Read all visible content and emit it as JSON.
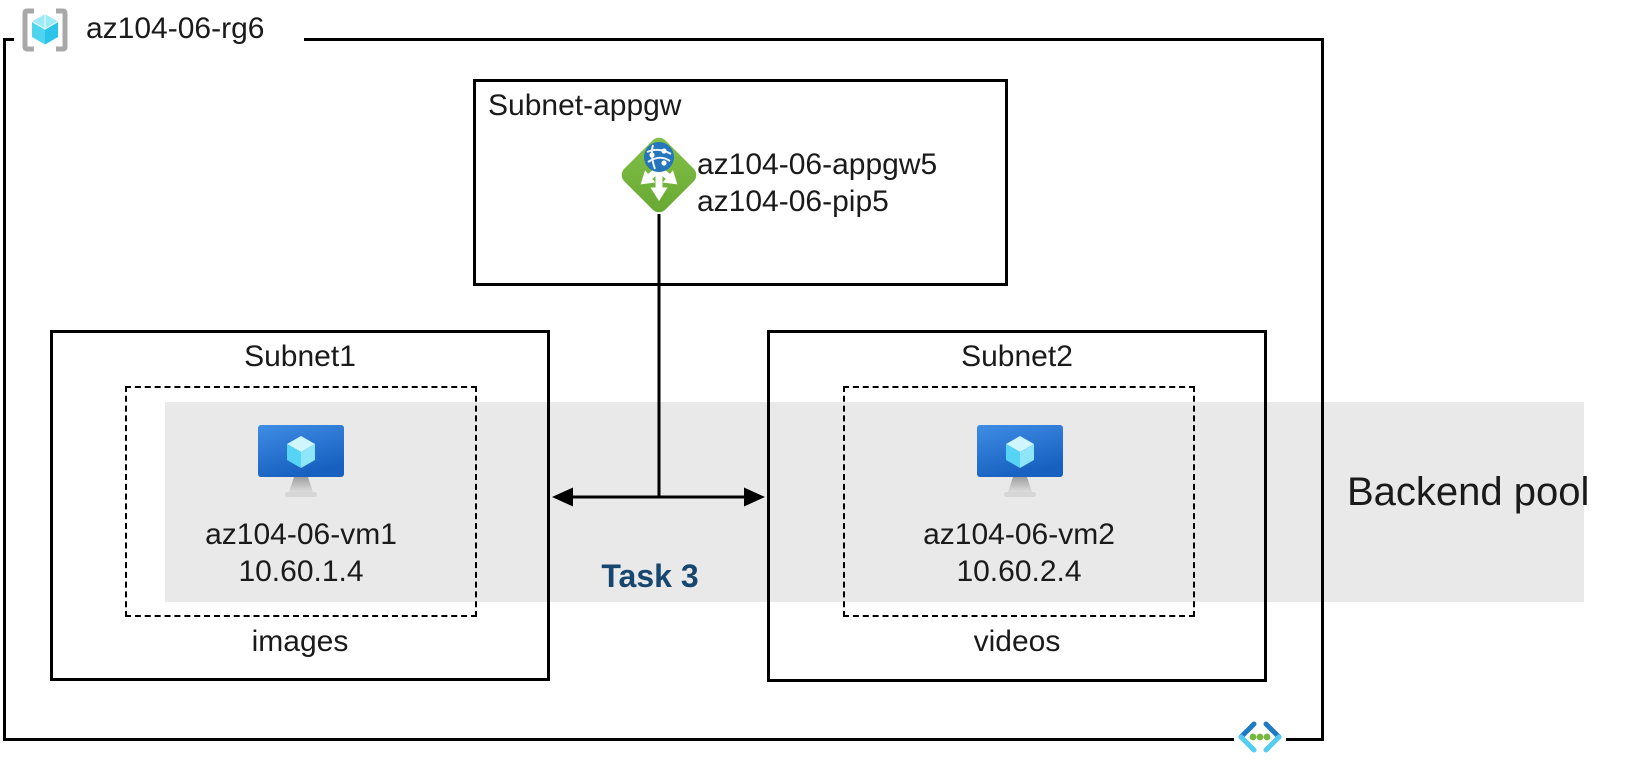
{
  "diagram": {
    "resource_group": {
      "name": "az104-06-rg6"
    },
    "appgw_subnet": {
      "name": "Subnet-appgw",
      "app_gateway_name": "az104-06-appgw5",
      "public_ip_name": "az104-06-pip5"
    },
    "subnets": [
      {
        "name": "Subnet1",
        "vm_name": "az104-06-vm1",
        "vm_ip": "10.60.1.4",
        "caption": "images"
      },
      {
        "name": "Subnet2",
        "vm_name": "az104-06-vm2",
        "vm_ip": "10.60.2.4",
        "caption": "videos"
      }
    ],
    "backend_pool_label": "Backend pool",
    "task_label": "Task 3",
    "icons": {
      "resource_group": "resource-group-icon",
      "application_gateway": "application-gateway-icon",
      "virtual_machine": "vm-icon",
      "virtual_network": "virtual-network-icon"
    },
    "colors": {
      "backend_pool_band": "#E9E9E9",
      "task_text": "#17466F",
      "appgw_green": "#76B540",
      "appgw_globe_blue": "#2475BC",
      "vm_monitor_blue": "#1F66C9",
      "vm_cube_cyan": "#62D9F7",
      "rg_cube_cyan": "#4FD4F0",
      "vnet_chevron_blue": "#1E7BC4",
      "vnet_chevron_cyan": "#53CDF4",
      "vnet_dots_green": "#76B83F",
      "outline": "#000000"
    }
  }
}
